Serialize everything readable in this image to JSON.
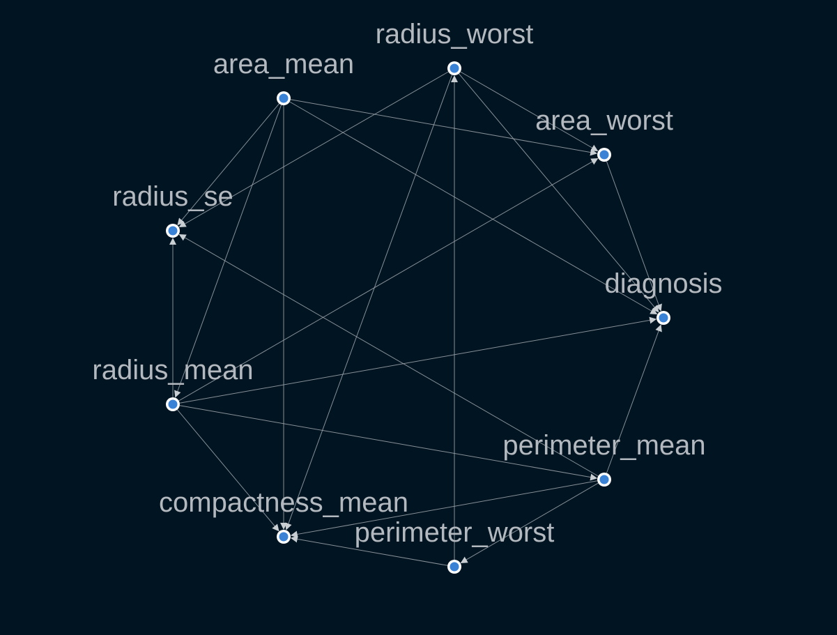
{
  "colors": {
    "background": "#011421",
    "node_fill": "#3a82d6",
    "node_ring": "#ffffff",
    "edge": "#9fa6ad",
    "label": "#b3b9bf"
  },
  "graph": {
    "directed": true,
    "nodes": [
      {
        "id": "radius_worst",
        "label": "radius_worst"
      },
      {
        "id": "area_mean",
        "label": "area_mean"
      },
      {
        "id": "area_worst",
        "label": "area_worst"
      },
      {
        "id": "radius_se",
        "label": "radius_se"
      },
      {
        "id": "diagnosis",
        "label": "diagnosis"
      },
      {
        "id": "radius_mean",
        "label": "radius_mean"
      },
      {
        "id": "perimeter_mean",
        "label": "perimeter_mean"
      },
      {
        "id": "compactness_mean",
        "label": "compactness_mean"
      },
      {
        "id": "perimeter_worst",
        "label": "perimeter_worst"
      }
    ],
    "edges": [
      {
        "from": "radius_worst",
        "to": "area_worst"
      },
      {
        "from": "radius_worst",
        "to": "diagnosis"
      },
      {
        "from": "radius_worst",
        "to": "radius_se"
      },
      {
        "from": "radius_worst",
        "to": "compactness_mean"
      },
      {
        "from": "area_mean",
        "to": "area_worst"
      },
      {
        "from": "area_mean",
        "to": "diagnosis"
      },
      {
        "from": "area_mean",
        "to": "radius_se"
      },
      {
        "from": "area_mean",
        "to": "radius_mean"
      },
      {
        "from": "area_mean",
        "to": "compactness_mean"
      },
      {
        "from": "area_worst",
        "to": "diagnosis"
      },
      {
        "from": "radius_mean",
        "to": "radius_se"
      },
      {
        "from": "radius_mean",
        "to": "area_worst"
      },
      {
        "from": "radius_mean",
        "to": "diagnosis"
      },
      {
        "from": "radius_mean",
        "to": "perimeter_mean"
      },
      {
        "from": "radius_mean",
        "to": "compactness_mean"
      },
      {
        "from": "perimeter_mean",
        "to": "radius_se"
      },
      {
        "from": "perimeter_mean",
        "to": "diagnosis"
      },
      {
        "from": "perimeter_mean",
        "to": "compactness_mean"
      },
      {
        "from": "perimeter_mean",
        "to": "perimeter_worst"
      },
      {
        "from": "perimeter_worst",
        "to": "radius_worst"
      },
      {
        "from": "perimeter_worst",
        "to": "compactness_mean"
      }
    ]
  }
}
